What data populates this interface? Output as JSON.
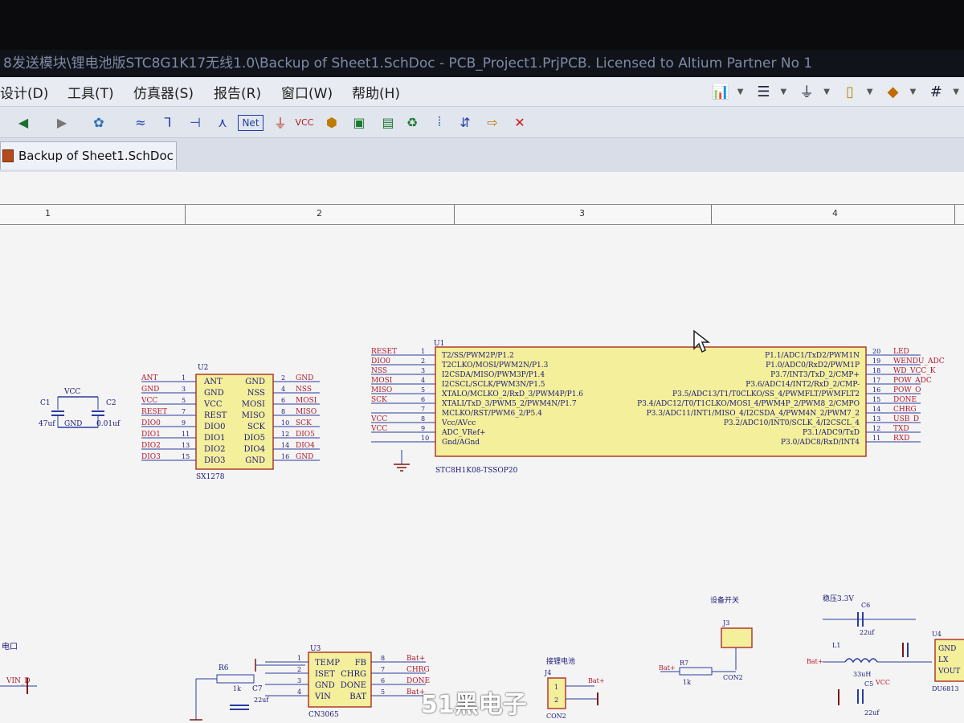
{
  "title_bar": {
    "text": "8发送模块\\锂电池版STC8G1K17无线1.0\\Backup of Sheet1.SchDoc - PCB_Project1.PrjPCB. Licensed to Altium Partner No 1"
  },
  "menu": [
    {
      "label": "设计(D)"
    },
    {
      "label": "工具(T)"
    },
    {
      "label": "仿真器(S)"
    },
    {
      "label": "报告(R)"
    },
    {
      "label": "窗口(W)"
    },
    {
      "label": "帮助(H)"
    }
  ],
  "toolbar": {
    "net_label": "Net",
    "vcc_label": "VCC"
  },
  "tab": {
    "label": "Backup of Sheet1.SchDoc"
  },
  "ruler": {
    "zones": [
      "1",
      "2",
      "3",
      "4"
    ]
  },
  "schematic": {
    "cap_block": {
      "vcc": "VCC",
      "c1": "C1",
      "c2": "C2",
      "c1_val": "47uf",
      "gnd": "GND",
      "c2_val": "0.01uf"
    },
    "u2": {
      "ref": "U2",
      "name": "SX1278",
      "left_nets": [
        "ANT",
        "GND",
        "VCC",
        "RESET",
        "DIO0",
        "DIO1",
        "DIO2",
        "DIO3"
      ],
      "left_nums": [
        "1",
        "3",
        "5",
        "7",
        "9",
        "11",
        "13",
        "15"
      ],
      "left_pins": [
        "ANT",
        "GND",
        "VCC",
        "REST",
        "DIO0",
        "DIO1",
        "DIO2",
        "DIO3"
      ],
      "right_pins": [
        "GND",
        "NSS",
        "MOSI",
        "MISO",
        "SCK",
        "DIO5",
        "DIO4",
        "GND"
      ],
      "right_nums": [
        "2",
        "4",
        "6",
        "8",
        "10",
        "12",
        "14",
        "16"
      ],
      "right_nets": [
        "GND",
        "NSS",
        "MOSI",
        "MISO",
        "SCK",
        "DIO5",
        "DIO4",
        "GND"
      ]
    },
    "u1": {
      "ref": "U1",
      "name": "STC8H1K08-TSSOP20",
      "left_nets": [
        "RESET",
        "DIO0",
        "NSS",
        "MOSI",
        "MISO",
        "SCK",
        "",
        "VCC",
        "VCC",
        ""
      ],
      "left_nums": [
        "1",
        "2",
        "3",
        "4",
        "5",
        "6",
        "7",
        "8",
        "9",
        "10"
      ],
      "left_pins": [
        "T2/SS/PWM2P/P1.2",
        "T2CLKO/MOSI/PWM2N/P1.3",
        "I2CSDA/MISO/PWM3P/P1.4",
        "I2CSCL/SCLK/PWM3N/P1.5",
        "XTALO/MCLKO_2/RxD_3/PWM4P/P1.6",
        "XTALI/TxD_3/PWM5_2/PWM4N/P1.7",
        "MCLKO/RST/PWM6_2/P5.4",
        "Vcc/AVcc",
        "ADC_VRef+",
        "Gnd/AGnd"
      ],
      "right_pins": [
        "P1.1/ADC1/TxD2/PWM1N",
        "P1.0/ADC0/RxD2/PWM1P",
        "P3.7/INT3/TxD_2/CMP+",
        "P3.6/ADC14/INT2/RxD_2/CMP-",
        "P3.5/ADC13/T1/T0CLKO/SS_4/PWMFLT/PWMFLT2",
        "P3.4/ADC12/T0/T1CLKO/MOSI_4/PWM4P_2/PWM8_2/CMPO",
        "P3.3/ADC11/INT1/MISO_4/I2CSDA_4/PWM4N_2/PWM7_2",
        "P3.2/ADC10/INT0/SCLK_4/I2CSCL_4",
        "P3.1/ADC9/TxD",
        "P3.0/ADC8/RxD/INT4"
      ],
      "right_nums": [
        "20",
        "19",
        "18",
        "17",
        "16",
        "15",
        "14",
        "13",
        "12",
        "11"
      ],
      "right_nets": [
        "LED",
        "WENDU_ADC",
        "WD_VCC_K",
        "POW_ADC",
        "POW_O",
        "DONE",
        "CHRG",
        "USB_D",
        "TXD",
        "RXD"
      ]
    },
    "bottom": {
      "vin_label": "电口",
      "vin_net": "VIN_D",
      "r6": "R6",
      "r6_val": "1k",
      "c7": "C7",
      "c7_val": "22uf",
      "u3_ref": "U3",
      "u3_name": "CN3065",
      "u3_left": [
        "TEMP",
        "ISET",
        "GND",
        "VIN"
      ],
      "u3_right": [
        "FB",
        "CHRG",
        "DONE",
        "BAT"
      ],
      "u3_nums": [
        "8",
        "7",
        "6",
        "5"
      ],
      "u3_nets": [
        "Bat+",
        "CHRG",
        "DONE",
        "Bat+"
      ],
      "u3_left_nums": [
        "1",
        "2",
        "3",
        "4"
      ],
      "batt_title": "接锂电池",
      "j4": "J4",
      "j4_pins": [
        "1",
        "2"
      ],
      "j4_net": "Bat+",
      "j4_name": "CON2",
      "sw_title": "设备开关",
      "j3": "J3",
      "j3_name": "CON2",
      "r7": "R7",
      "r7_val": "1k",
      "r7_net": "Bat+",
      "reg_title": "稳压3.3V",
      "c6": "C6",
      "c6_val": "22uf",
      "l1": "L1",
      "l1_val": "33uH",
      "c5": "C5",
      "c5_val": "22uf",
      "c_bottom_val": "22uf",
      "bat_net": "Bat+",
      "vcc_net": "VCC",
      "u4_ref": "U4",
      "u4_pins": [
        "GND",
        "LX",
        "VOUT"
      ],
      "u4_name": "DU6813"
    }
  },
  "watermark": "51黑电子",
  "colors": {
    "part_fill": "#f4ef9a",
    "part_stroke": "#b23a2c",
    "pin_text": "#1a1a7a",
    "net_text": "#b1182b",
    "wire": "#2a3b9e",
    "gnd": "#7a1a12"
  }
}
